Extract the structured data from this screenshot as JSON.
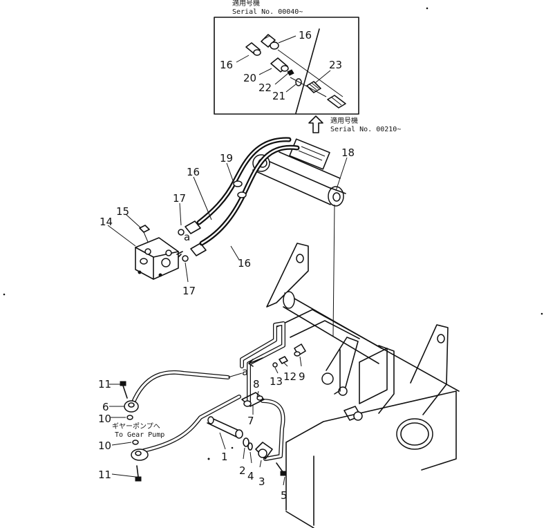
{
  "inset_top": {
    "applicable_label_jp": "適用号機",
    "serial_label": "Serial No. 00040~"
  },
  "inset_bottom": {
    "applicable_label_jp": "適用号機",
    "serial_label": "Serial No. 00210~"
  },
  "gear_pump_note": {
    "jp": "ギヤーポンプへ",
    "en": "To Gear Pump"
  },
  "view_marker": "a",
  "part_numbers": {
    "p1": "1",
    "p2": "2",
    "p3": "3",
    "p4": "4",
    "p5": "5",
    "p6": "6",
    "p7": "7",
    "p8": "8",
    "p9": "9",
    "p10a": "10",
    "p10b": "10",
    "p11a": "11",
    "p11b": "11",
    "p12": "12",
    "p13": "13",
    "p14": "14",
    "p15": "15",
    "p16a": "16",
    "p16b": "16",
    "p16c": "16",
    "p16d": "16",
    "p17a": "17",
    "p17b": "17",
    "p18": "18",
    "p19": "19",
    "p20": "20",
    "p21": "21",
    "p22": "22",
    "p23": "23"
  }
}
